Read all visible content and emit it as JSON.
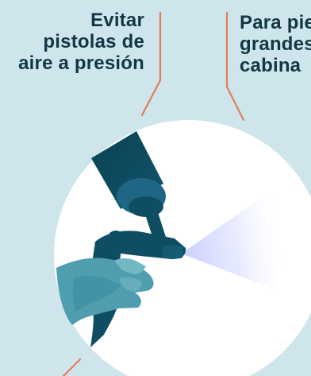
{
  "labels": {
    "left": {
      "lines": [
        "Evitar",
        "pistolas de",
        "aire a presión"
      ]
    },
    "right": {
      "lines": [
        "Para pie",
        "grandes",
        "cabina"
      ]
    }
  },
  "colors": {
    "background": "#cfe5ec",
    "text": "#123743",
    "leader_line": "#df7f58",
    "circle": "#ffffff",
    "gun_dark": "#0f4c62",
    "gun_mid": "#1f6a86",
    "hand": "#4f9eb0",
    "spray": "#d8ddff"
  },
  "icons": {
    "illustration": "spray-gun-illustration",
    "hand": "hand-icon"
  }
}
